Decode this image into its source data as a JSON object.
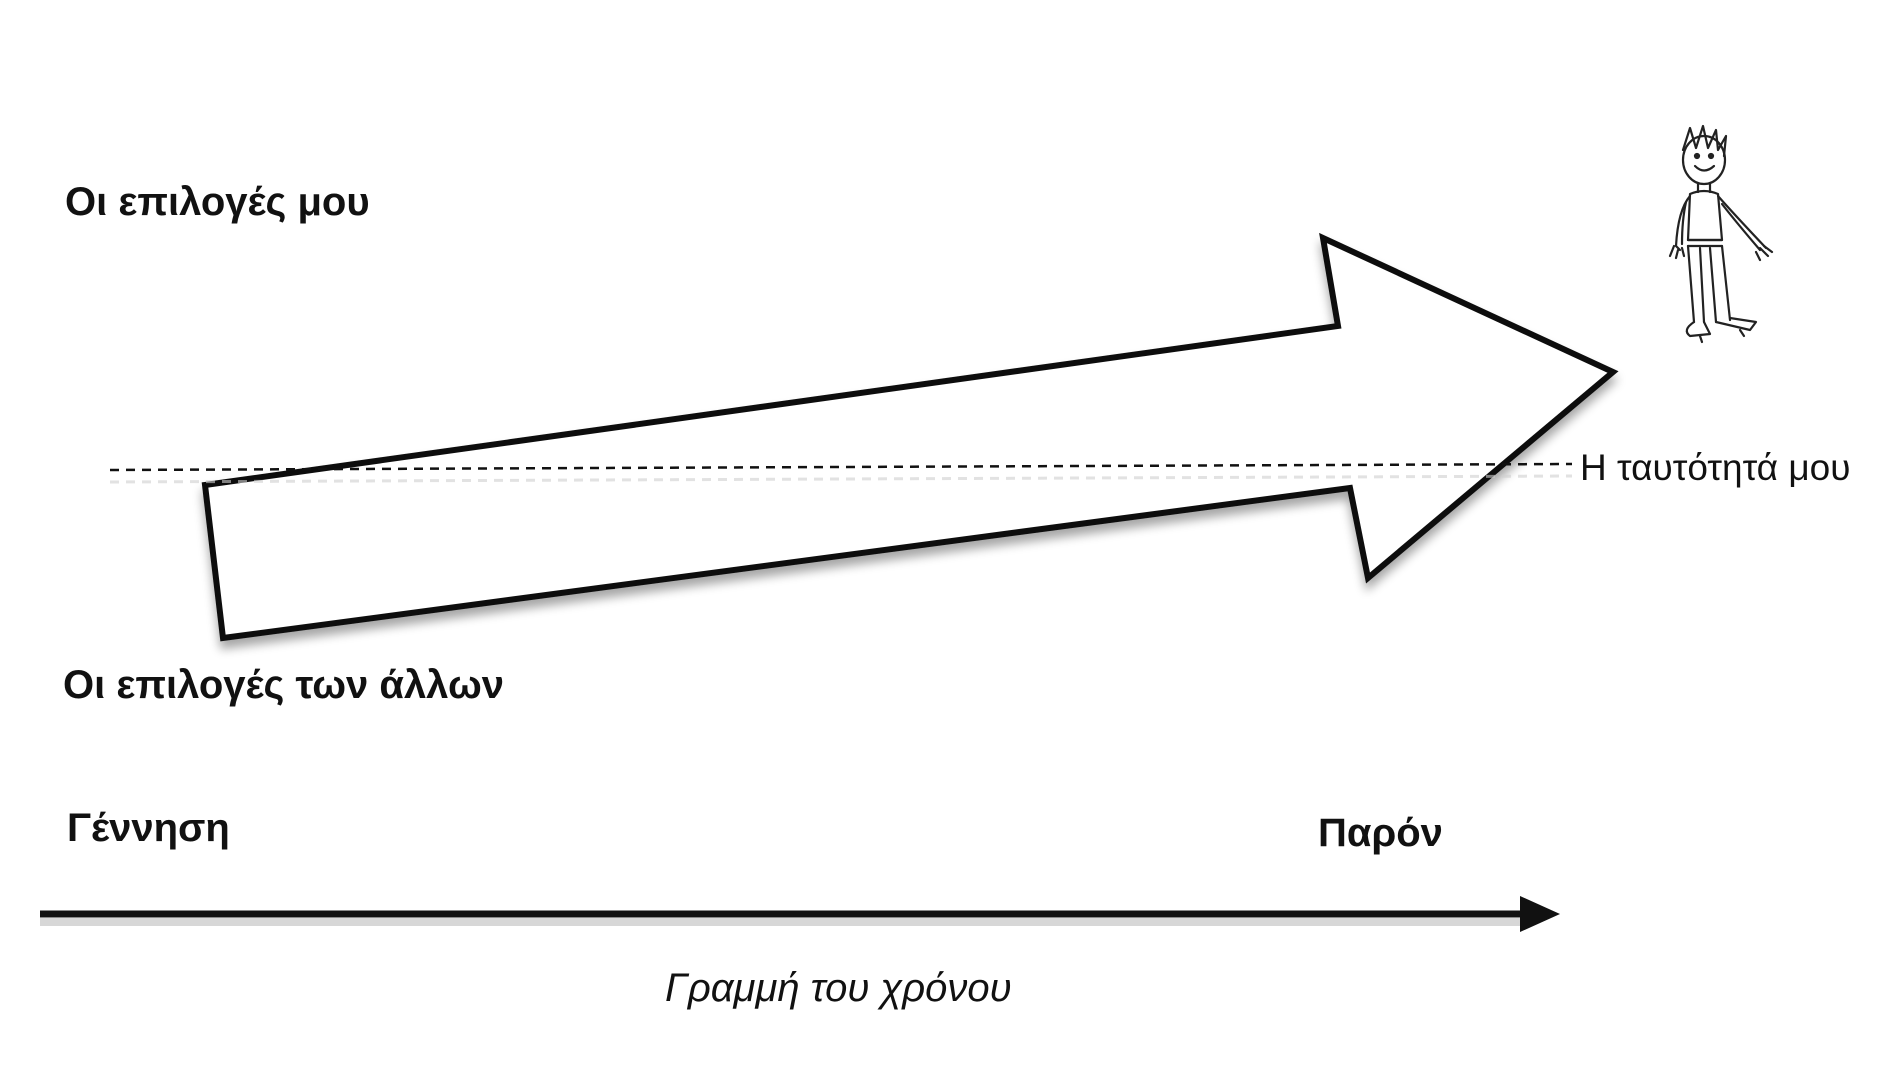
{
  "labels": {
    "my_choices": "Οι επιλογές μου",
    "others_choices": "Οι επιλογές των άλλων",
    "identity": "Η ταυτότητά μου",
    "birth": "Γέννηση",
    "present": "Παρόν",
    "timeline": "Γραμμή του χρόνου"
  },
  "colors": {
    "ink": "#111111",
    "background": "#ffffff"
  },
  "icons": {
    "person": "hand-drawn-person-icon"
  }
}
